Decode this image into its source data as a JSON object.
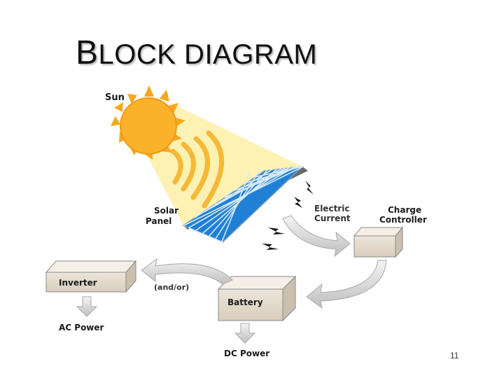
{
  "slide": {
    "title_first": "B",
    "title_rest": "LOCK DIAGRAM",
    "page_number": "11"
  },
  "diagram": {
    "sun_label": "Sun",
    "panel_label_line1": "Solar",
    "panel_label_line2": "Panel",
    "current_label_line1": "Electric",
    "current_label_line2": "Current",
    "controller_label_line1": "Charge",
    "controller_label_line2": "Controller",
    "inverter_label": "Inverter",
    "battery_label": "Battery",
    "andor_label": "(and/or)",
    "ac_power_label": "AC Power",
    "dc_power_label": "DC Power"
  },
  "colors": {
    "sun": "#fbb12a",
    "sun_beam": "#fdf2b3",
    "panel_cell": "#1f80d6",
    "panel_grid": "#d8ebf8",
    "box_front": "#e6dccf",
    "box_top": "#f6efe6",
    "arrow": "#d9d9d9"
  }
}
